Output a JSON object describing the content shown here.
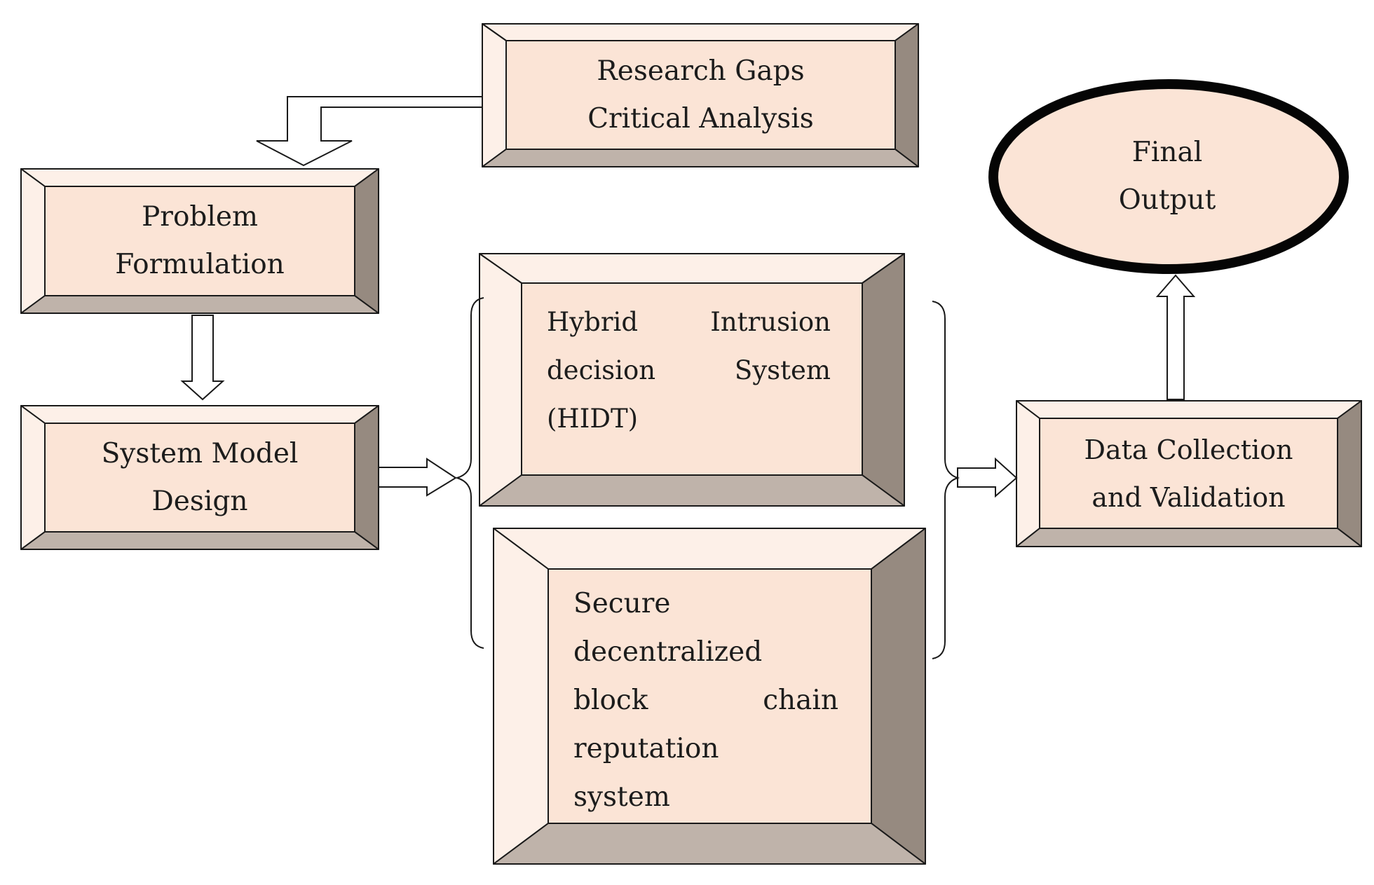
{
  "colors": {
    "fill": "#fbe4d6",
    "bevel_light": "#fdf0e8",
    "bevel_right": "#968a80",
    "bevel_bottom": "#bfb3aa",
    "stroke": "#1a1a1a"
  },
  "nodes": {
    "research_gaps": {
      "lines": [
        "Research Gaps",
        "Critical Analysis"
      ]
    },
    "problem_formulation": {
      "lines": [
        "Problem",
        "Formulation"
      ]
    },
    "system_model": {
      "lines": [
        "System Model",
        "Design"
      ]
    },
    "hidt": {
      "line1": [
        "Hybrid",
        "Intrusion"
      ],
      "line2": [
        "decision",
        "System"
      ],
      "line3": "(HIDT)"
    },
    "blockchain": {
      "line1": "Secure",
      "line2": "decentralized",
      "line3": [
        "block",
        "chain"
      ],
      "line4": "reputation",
      "line5": "system"
    },
    "data_collection": {
      "lines": [
        "Data Collection",
        "and Validation"
      ]
    },
    "final_output": {
      "lines": [
        "Final",
        "Output"
      ]
    }
  }
}
